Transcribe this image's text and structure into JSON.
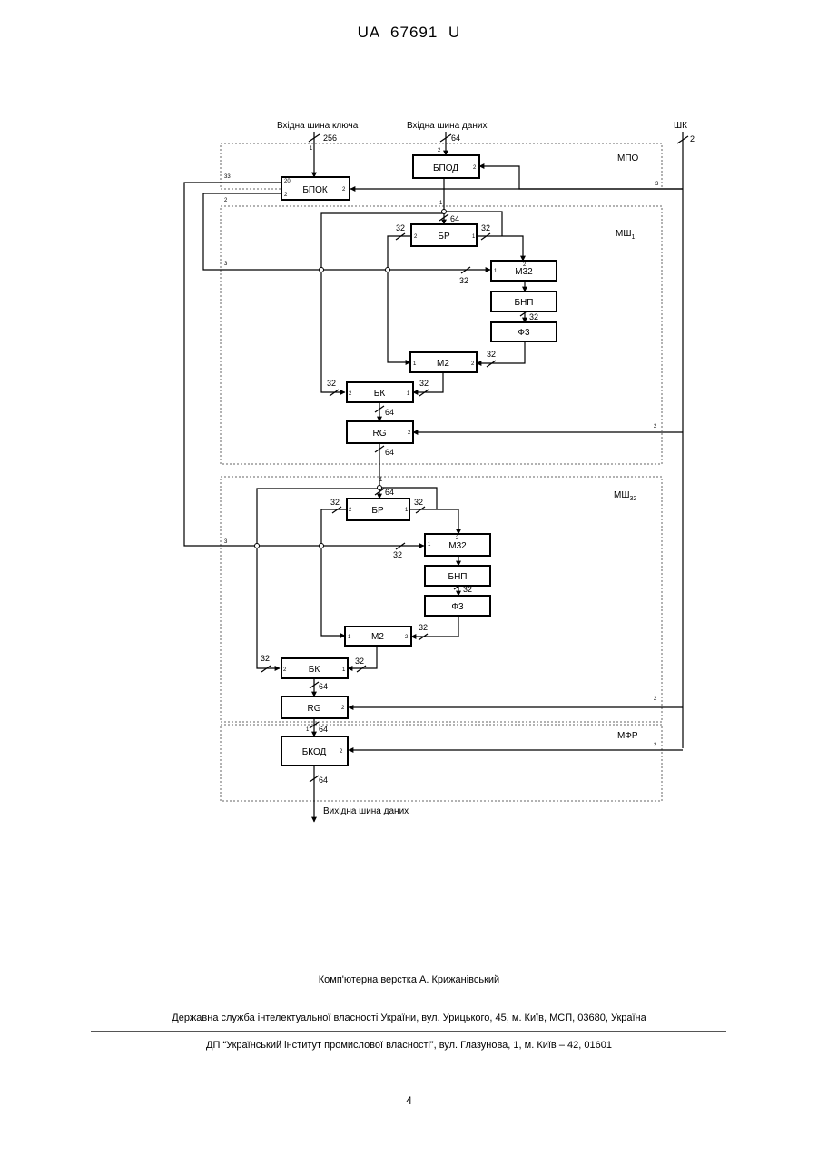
{
  "header": {
    "patent_number": "UA   67691   U"
  },
  "diagram": {
    "inputs": {
      "key_bus": "Вхідна шина ключа",
      "key_width": "256",
      "data_bus": "Вхідна шина даних",
      "data_width": "64",
      "control_bus": "ШК",
      "control_width": "2"
    },
    "output": {
      "data_bus": "Вихідна шина даних",
      "width": "64"
    },
    "modules": {
      "preprocess": "МПО",
      "round_1": "МШ",
      "round_1_sub": "1",
      "round_32": "МШ",
      "round_32_sub": "32",
      "final": "МФР"
    },
    "blocks": {
      "bpod": "БПОД",
      "bpok": "БПОК",
      "splitter": "БР",
      "adder_mod32": "М32",
      "substitution": "БНП",
      "shift": "Ф3",
      "xor_mod2": "М2",
      "combiner": "БК",
      "register": "RG",
      "bkod": "БКОД"
    },
    "bus_widths": {
      "w32": "32",
      "w64": "64"
    }
  },
  "footer": {
    "layout_credit": "Комп'ютерна верстка А. Крижанівський",
    "agency": "Державна служба інтелектуальної власності України, вул. Урицького, 45, м. Київ, МСП, 03680, Україна",
    "institute": "ДП “Український інститут промислової власності”, вул. Глазунова, 1, м. Київ – 42, 01601"
  },
  "page_number": "4"
}
